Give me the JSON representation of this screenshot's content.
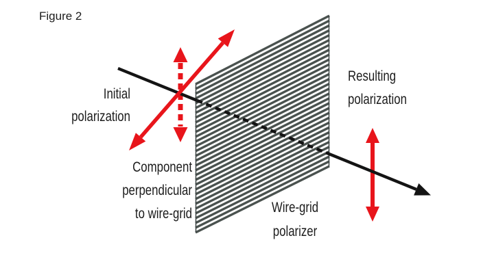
{
  "figure": {
    "label": "Figure 2"
  },
  "labels": {
    "initial": "Initial\npolarization",
    "component": "Component\nperpendicular\nto wire-grid",
    "wire_grid": "Wire-grid\npolarizer",
    "resulting": "Resulting\npolarization"
  },
  "colors": {
    "background": "#ffffff",
    "text": "#1c1c1c",
    "ray_black": "#141414",
    "arrow_red": "#e8151b",
    "wire_stripe": "#4a524f"
  },
  "polarizer": {
    "stripe_count": 32
  }
}
